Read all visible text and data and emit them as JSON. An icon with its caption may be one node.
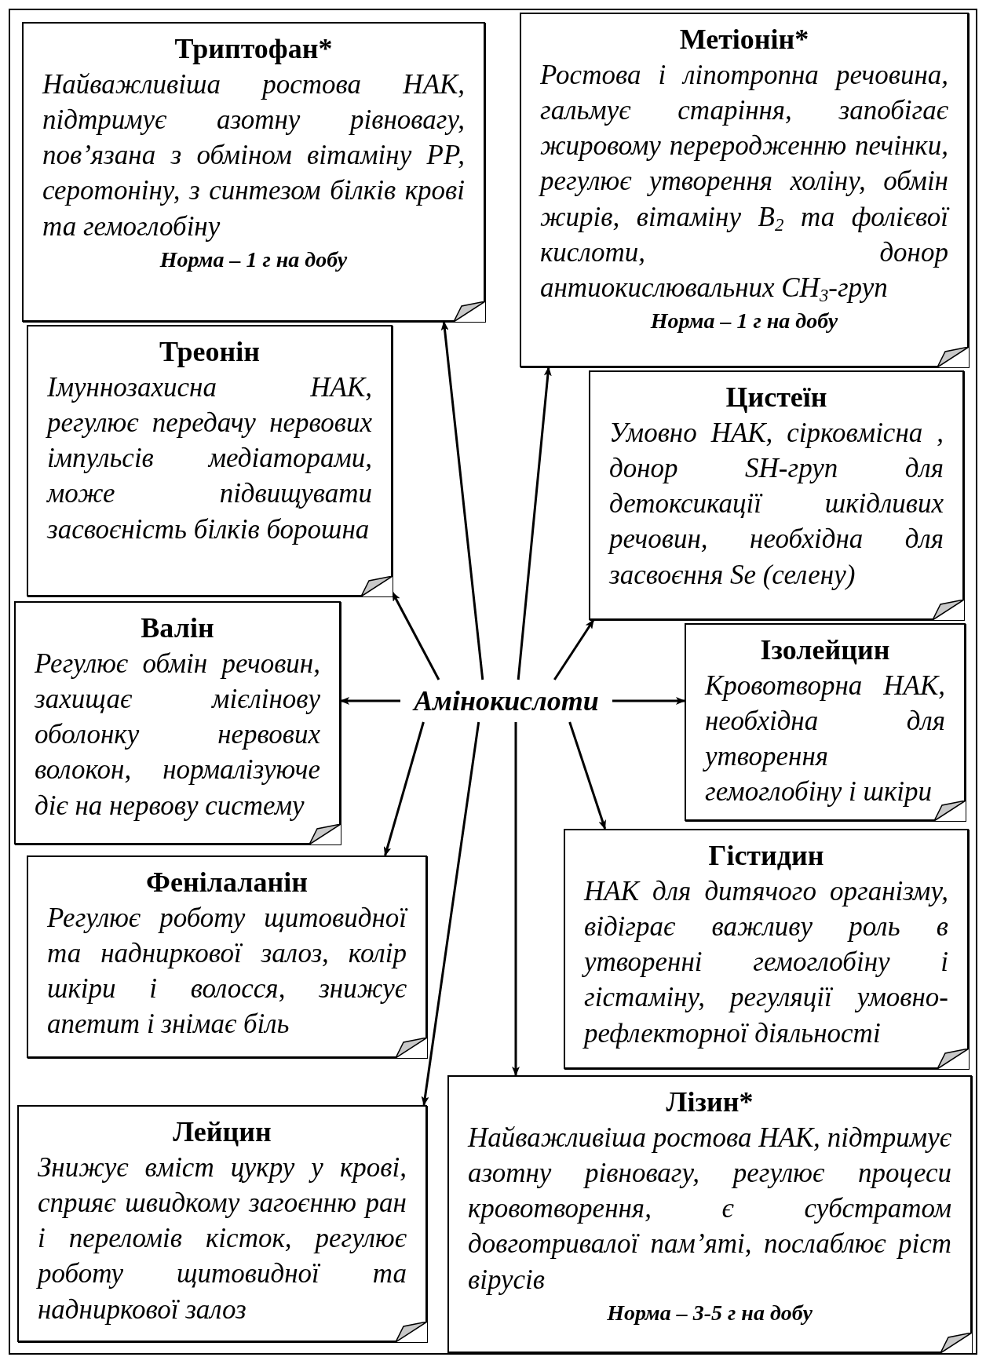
{
  "diagram": {
    "nodes": [
      {
        "text": [
          "Триптофан*",
          "Найважливіша ростова НАК, підтримує азотну рівновагу, пов’язана з обміном вітаміну РР, серотоніну, з синтезом білків крові та гемоглобіну",
          "Норма – 1 г на добу"
        ]
      },
      {
        "text": [
          "Метіонін*",
          "Ростова і ліпотропна речовина, гальмує старіння, запобігає жировому переродженню печінки, регулює утворення холіну, обмін жирів, вітаміну В$_{2}$ та фолієвої кислоти, донор антиокислювальних СН$_{3}$-груп",
          "Норма – 1 г на добу"
        ]
      },
      {
        "text": [
          "Треонін",
          "Імуннозахисна НАК, регулює передачу нервових імпульсів медіаторами, може підвищувати засвоєність білків борошна"
        ]
      },
      {
        "text": [
          "Цистеїн",
          "Умовно НАК, сірковмісна , донор SH-груп для детоксикації шкідливих речовин, необхідна для засвоєння Se (селену)"
        ]
      },
      {
        "text": [
          "Валін",
          "Регулює обмін речовин, захищає мієлінову оболонку нервових волокон, нормалізуюче діє на нервову систему"
        ]
      },
      {
        "text": [
          "Амінокислоти"
        ]
      },
      {
        "text": [
          "Ізолейцин",
          "Кровотворна НАК, необхідна для утворення гемоглобіну і шкіри"
        ]
      },
      {
        "text": [
          "Фенілаланін",
          "Регулює роботу щитовидної та надниркової залоз, колір шкіри і волосся, знижує апетит і знімає біль"
        ]
      },
      {
        "text": [
          "Гістидин",
          "НАК для дитячого організму, відіграє важливу роль в утворенні гемоглобіну і гістаміну, регуляції умовно-рефлекторної діяльності"
        ]
      },
      {
        "text": [
          "Лейцин",
          "Знижує вміст цукру у крові, сприяє швидкому загоєнню ран і переломів кісток, регулює роботу щитовидної та надниркової залоз"
        ]
      },
      {
        "text": [
          "Лізин*",
          "Найважливіша ростова НАК, підтримує азотну рівновагу, регулює процеси кровотворення, є субстратом довготривалої пам’яті, послаблює ріст вірусів",
          "Норма – 3-5 г на добу"
        ]
      }
    ],
    "edges": [
      {
        "from": 5,
        "to": 0,
        "arrow": "to"
      },
      {
        "from": 5,
        "to": 1,
        "arrow": "to"
      },
      {
        "from": 5,
        "to": 2,
        "arrow": "to"
      },
      {
        "from": 5,
        "to": 3,
        "arrow": "to"
      },
      {
        "from": 5,
        "to": 4,
        "arrow": "to"
      },
      {
        "from": 5,
        "to": 6,
        "arrow": "to"
      },
      {
        "from": 5,
        "to": 7,
        "arrow": "to"
      },
      {
        "from": 5,
        "to": 8,
        "arrow": "to"
      },
      {
        "from": 5,
        "to": 9,
        "arrow": "to"
      },
      {
        "from": 5,
        "to": 10,
        "arrow": "to"
      }
    ]
  }
}
